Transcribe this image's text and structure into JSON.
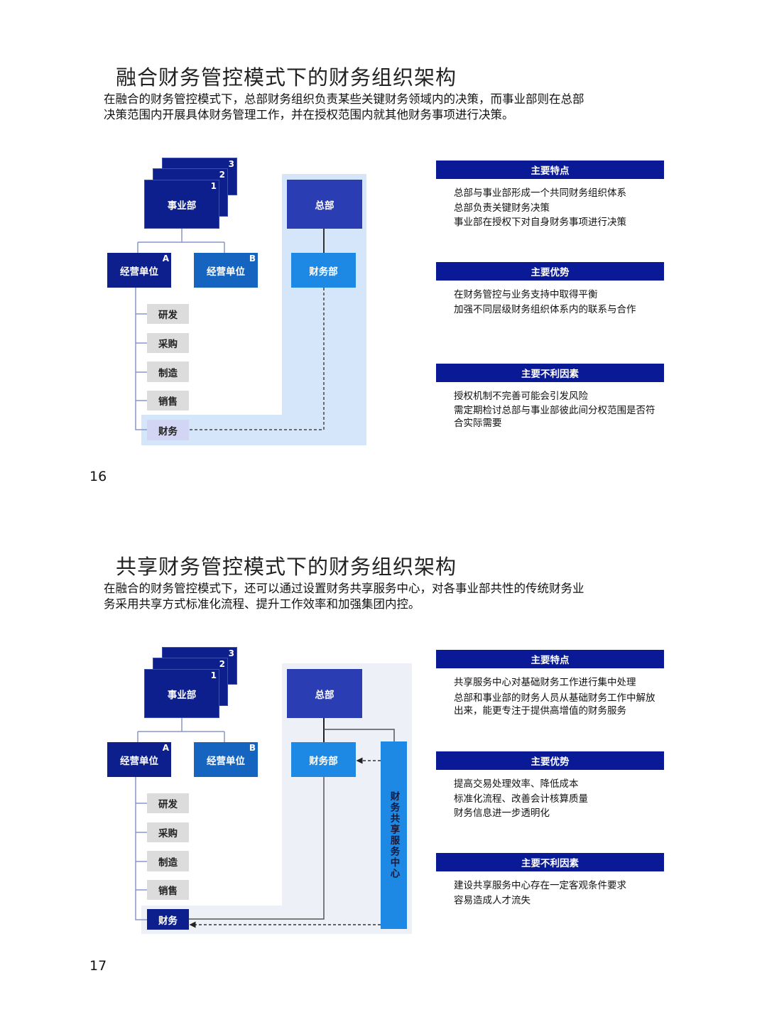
{
  "slides": [
    {
      "title": "融合财务管控模式下的财务组织架构",
      "description": [
        "在融合的财务管控模式下，总部财务组织负责某些关键财务领域内的决策，而事业部则在总部",
        "决策范围内开展具体财务管理工作，并在授权范围内就其他财务事项进行决策。"
      ],
      "page_number": "16",
      "diagram": {
        "division": "事业部",
        "card_numbers": [
          "1",
          "2",
          "3"
        ],
        "unit_a": "经营单位",
        "unit_a_tag": "A",
        "unit_b": "经营单位",
        "unit_b_tag": "B",
        "hq": "总部",
        "finance_dept": "财务部",
        "functions": [
          "研发",
          "采购",
          "制造",
          "销售",
          "财务"
        ]
      },
      "panels": [
        {
          "header": "主要特点",
          "lines": [
            "总部与事业部形成一个共同财务组织体系",
            "总部负责关键财务决策",
            "事业部在授权下对自身财务事项进行决策"
          ]
        },
        {
          "header": "主要优势",
          "lines": [
            "在财务管控与业务支持中取得平衡",
            "加强不同层级财务组织体系内的联系与合作"
          ]
        },
        {
          "header": "主要不利因素",
          "lines": [
            "授权机制不完善可能会引发风险",
            "需定期检讨总部与事业部彼此间分权范围是否符合实际需要"
          ]
        }
      ]
    },
    {
      "title": "共享财务管控模式下的财务组织架构",
      "description": [
        "在融合的财务管控模式下，还可以通过设置财务共享服务中心，对各事业部共性的传统财务业",
        "务采用共享方式标准化流程、提升工作效率和加强集团内控。"
      ],
      "page_number": "17",
      "diagram": {
        "division": "事业部",
        "card_numbers": [
          "1",
          "2",
          "3"
        ],
        "unit_a": "经营单位",
        "unit_a_tag": "A",
        "unit_b": "经营单位",
        "unit_b_tag": "B",
        "hq": "总部",
        "finance_dept": "财务部",
        "shared_center": "财务共享服务中心",
        "functions": [
          "研发",
          "采购",
          "制造",
          "销售",
          "财务"
        ]
      },
      "panels": [
        {
          "header": "主要特点",
          "lines": [
            "共享服务中心对基础财务工作进行集中处理",
            "总部和事业部的财务人员从基础财务工作中解放出来，能更专注于提供高增值的财务服务"
          ]
        },
        {
          "header": "主要优势",
          "lines": [
            "提高交易处理效率、降低成本",
            "标准化流程、改善会计核算质量",
            "财务信息进一步透明化"
          ]
        },
        {
          "header": "主要不利因素",
          "lines": [
            "建设共享服务中心存在一定客观条件要求",
            "容易造成人才流失"
          ]
        }
      ]
    }
  ],
  "colors": {
    "navy": "#0a1a96",
    "hq": "#2b3db3",
    "finance": "#1e88e5",
    "region1": "#d5e6fa",
    "region2": "#eef0f8"
  }
}
